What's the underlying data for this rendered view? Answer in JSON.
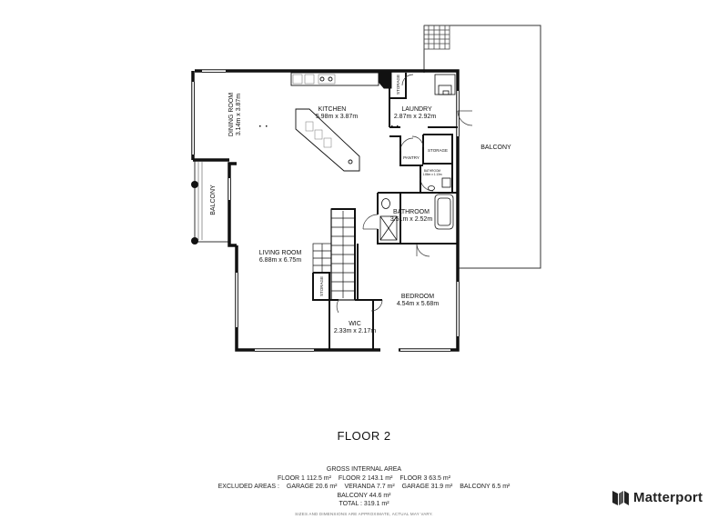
{
  "rooms": {
    "kitchen": {
      "name": "KITCHEN",
      "dims": "5.98m x 3.87m"
    },
    "laundry": {
      "name": "LAUNDRY",
      "dims": "2.87m x 2.92m"
    },
    "dining": {
      "name": "DINING ROOM",
      "dims": "3.14m x 3.87m"
    },
    "balcony_right": {
      "name": "BALCONY"
    },
    "balcony_left": {
      "name": "BALCONY"
    },
    "storage_top": {
      "name": "STORAGE"
    },
    "storage_mid": {
      "name": "STORAGE"
    },
    "pantry": {
      "name": "PANTRY"
    },
    "bathroom_small": {
      "name": "BATHROOM",
      "dims": "1.86m x 1.13m"
    },
    "bathroom": {
      "name": "BATHROOM",
      "dims": "3.51m x 2.52m"
    },
    "living": {
      "name": "LIVING ROOM",
      "dims": "6.88m x 6.75m"
    },
    "storage_stair": {
      "name": "STORAGE"
    },
    "bedroom": {
      "name": "BEDROOM",
      "dims": "4.54m x 5.68m"
    },
    "wic": {
      "name": "WIC",
      "dims": "2.33m x 2.17m"
    }
  },
  "floor_title": "FLOOR 2",
  "area": {
    "heading": "GROSS INTERNAL AREA",
    "floors": [
      "FLOOR 1 112.5 m²",
      "FLOOR 2 143.1 m²",
      "FLOOR 3 63.5 m²"
    ],
    "excluded_label": "EXCLUDED AREAS :",
    "excluded": [
      "GARAGE 20.6 m²",
      "VERANDA 7.7 m²",
      "GARAGE 31.9 m²",
      "BALCONY 6.5 m²"
    ],
    "balcony": "BALCONY 44.6 m²",
    "total": "TOTAL :  319.1 m²",
    "disclaimer": "SIZES AND DIMENSIONS ARE APPROXIMATE, ACTUAL MAY VARY."
  },
  "brand": {
    "name": "Matterport",
    "icon": "matterport-logo-icon"
  }
}
